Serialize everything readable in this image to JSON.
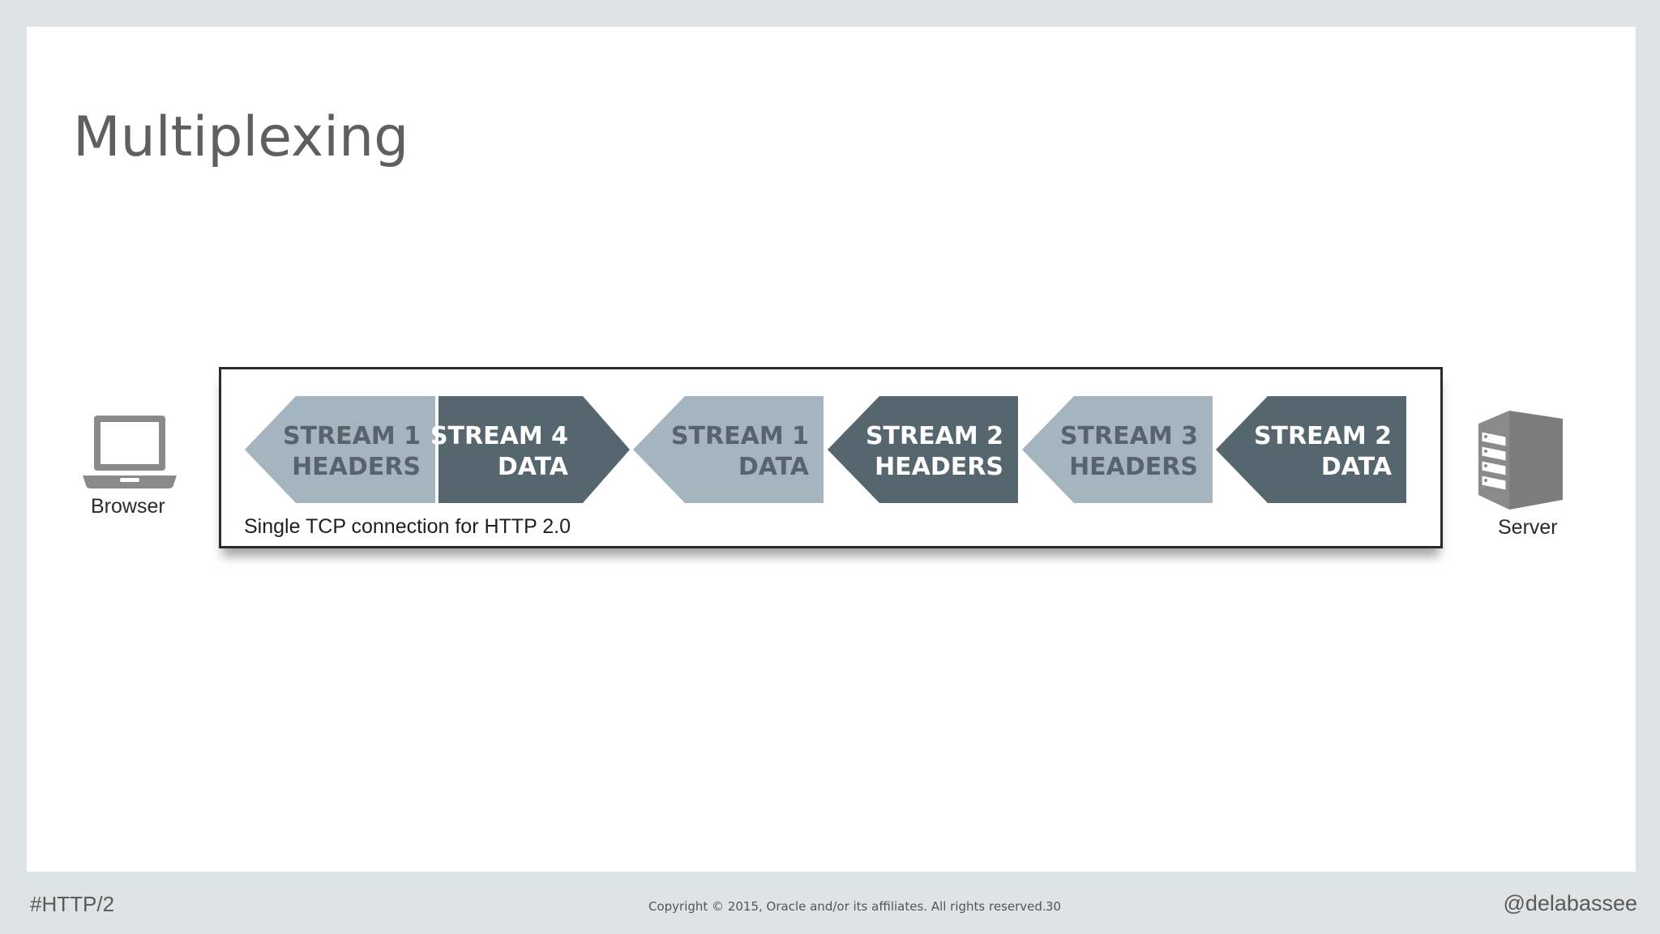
{
  "slide": {
    "title": "Multiplexing"
  },
  "diagram": {
    "browser_label": "Browser",
    "server_label": "Server",
    "connection_label": "Single TCP connection for HTTP 2.0",
    "frames": [
      {
        "line1": "STREAM 1",
        "line2": "HEADERS",
        "style": "light"
      },
      {
        "line1": "STREAM 4",
        "line2": "DATA",
        "style": "dark"
      },
      {
        "line1": "STREAM 1",
        "line2": "DATA",
        "style": "light"
      },
      {
        "line1": "STREAM 2",
        "line2": "HEADERS",
        "style": "dark"
      },
      {
        "line1": "STREAM 3",
        "line2": "HEADERS",
        "style": "light"
      },
      {
        "line1": "STREAM 2",
        "line2": "DATA",
        "style": "dark"
      }
    ],
    "colors": {
      "light_frame": "#a4b5bf",
      "light_text": "#57646c",
      "dark_frame": "#56666f",
      "dark_text": "#ffffff",
      "icon": "#8a8a8a"
    },
    "icons": {
      "browser": "laptop-icon",
      "server": "server-icon"
    }
  },
  "footer": {
    "hashtag": "#HTTP/2",
    "copyright": "Copyright © 2015, Oracle and/or its affiliates. All rights reserved.",
    "page_number": "30",
    "handle": "@delabassee"
  }
}
